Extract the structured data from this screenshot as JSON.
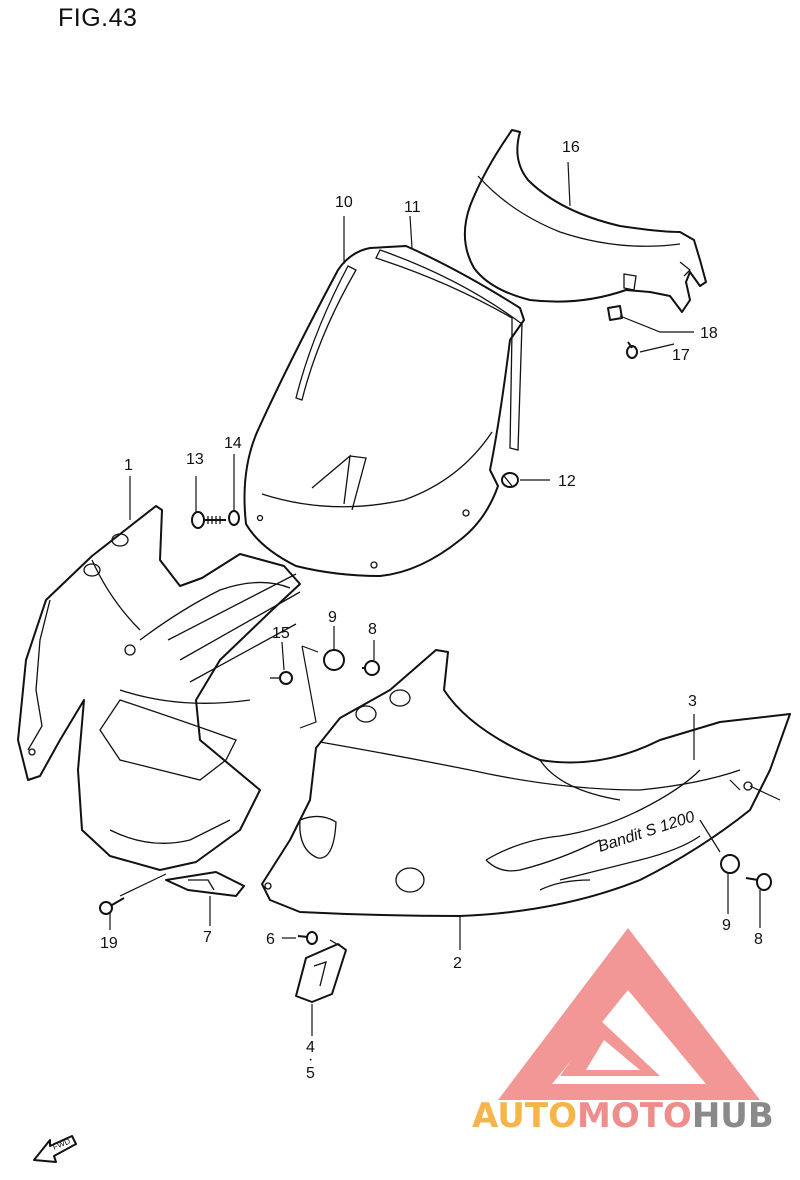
{
  "figure": {
    "title": "FIG.43"
  },
  "callouts": {
    "c1": "1",
    "c2": "2",
    "c3": "3",
    "c4": "4",
    "c4_dot": "·",
    "c5": "5",
    "c6": "6",
    "c7": "7",
    "c8a": "8",
    "c8b": "8",
    "c9a": "9",
    "c9b": "9",
    "c10": "10",
    "c11": "11",
    "c12": "12",
    "c13": "13",
    "c14": "14",
    "c15": "15",
    "c16": "16",
    "c17": "17",
    "c18": "18",
    "c19": "19"
  },
  "fwd_label": "FWD",
  "watermark": {
    "part1": "AUTO",
    "part2": "MOTO",
    "part3": "HUB",
    "color_auto": "#f5b54a",
    "color_moto": "#ef8c8c",
    "color_hub": "#8a8a8a",
    "logo_color": "#f28b8b"
  },
  "decal_text": "Bandit S 1200"
}
